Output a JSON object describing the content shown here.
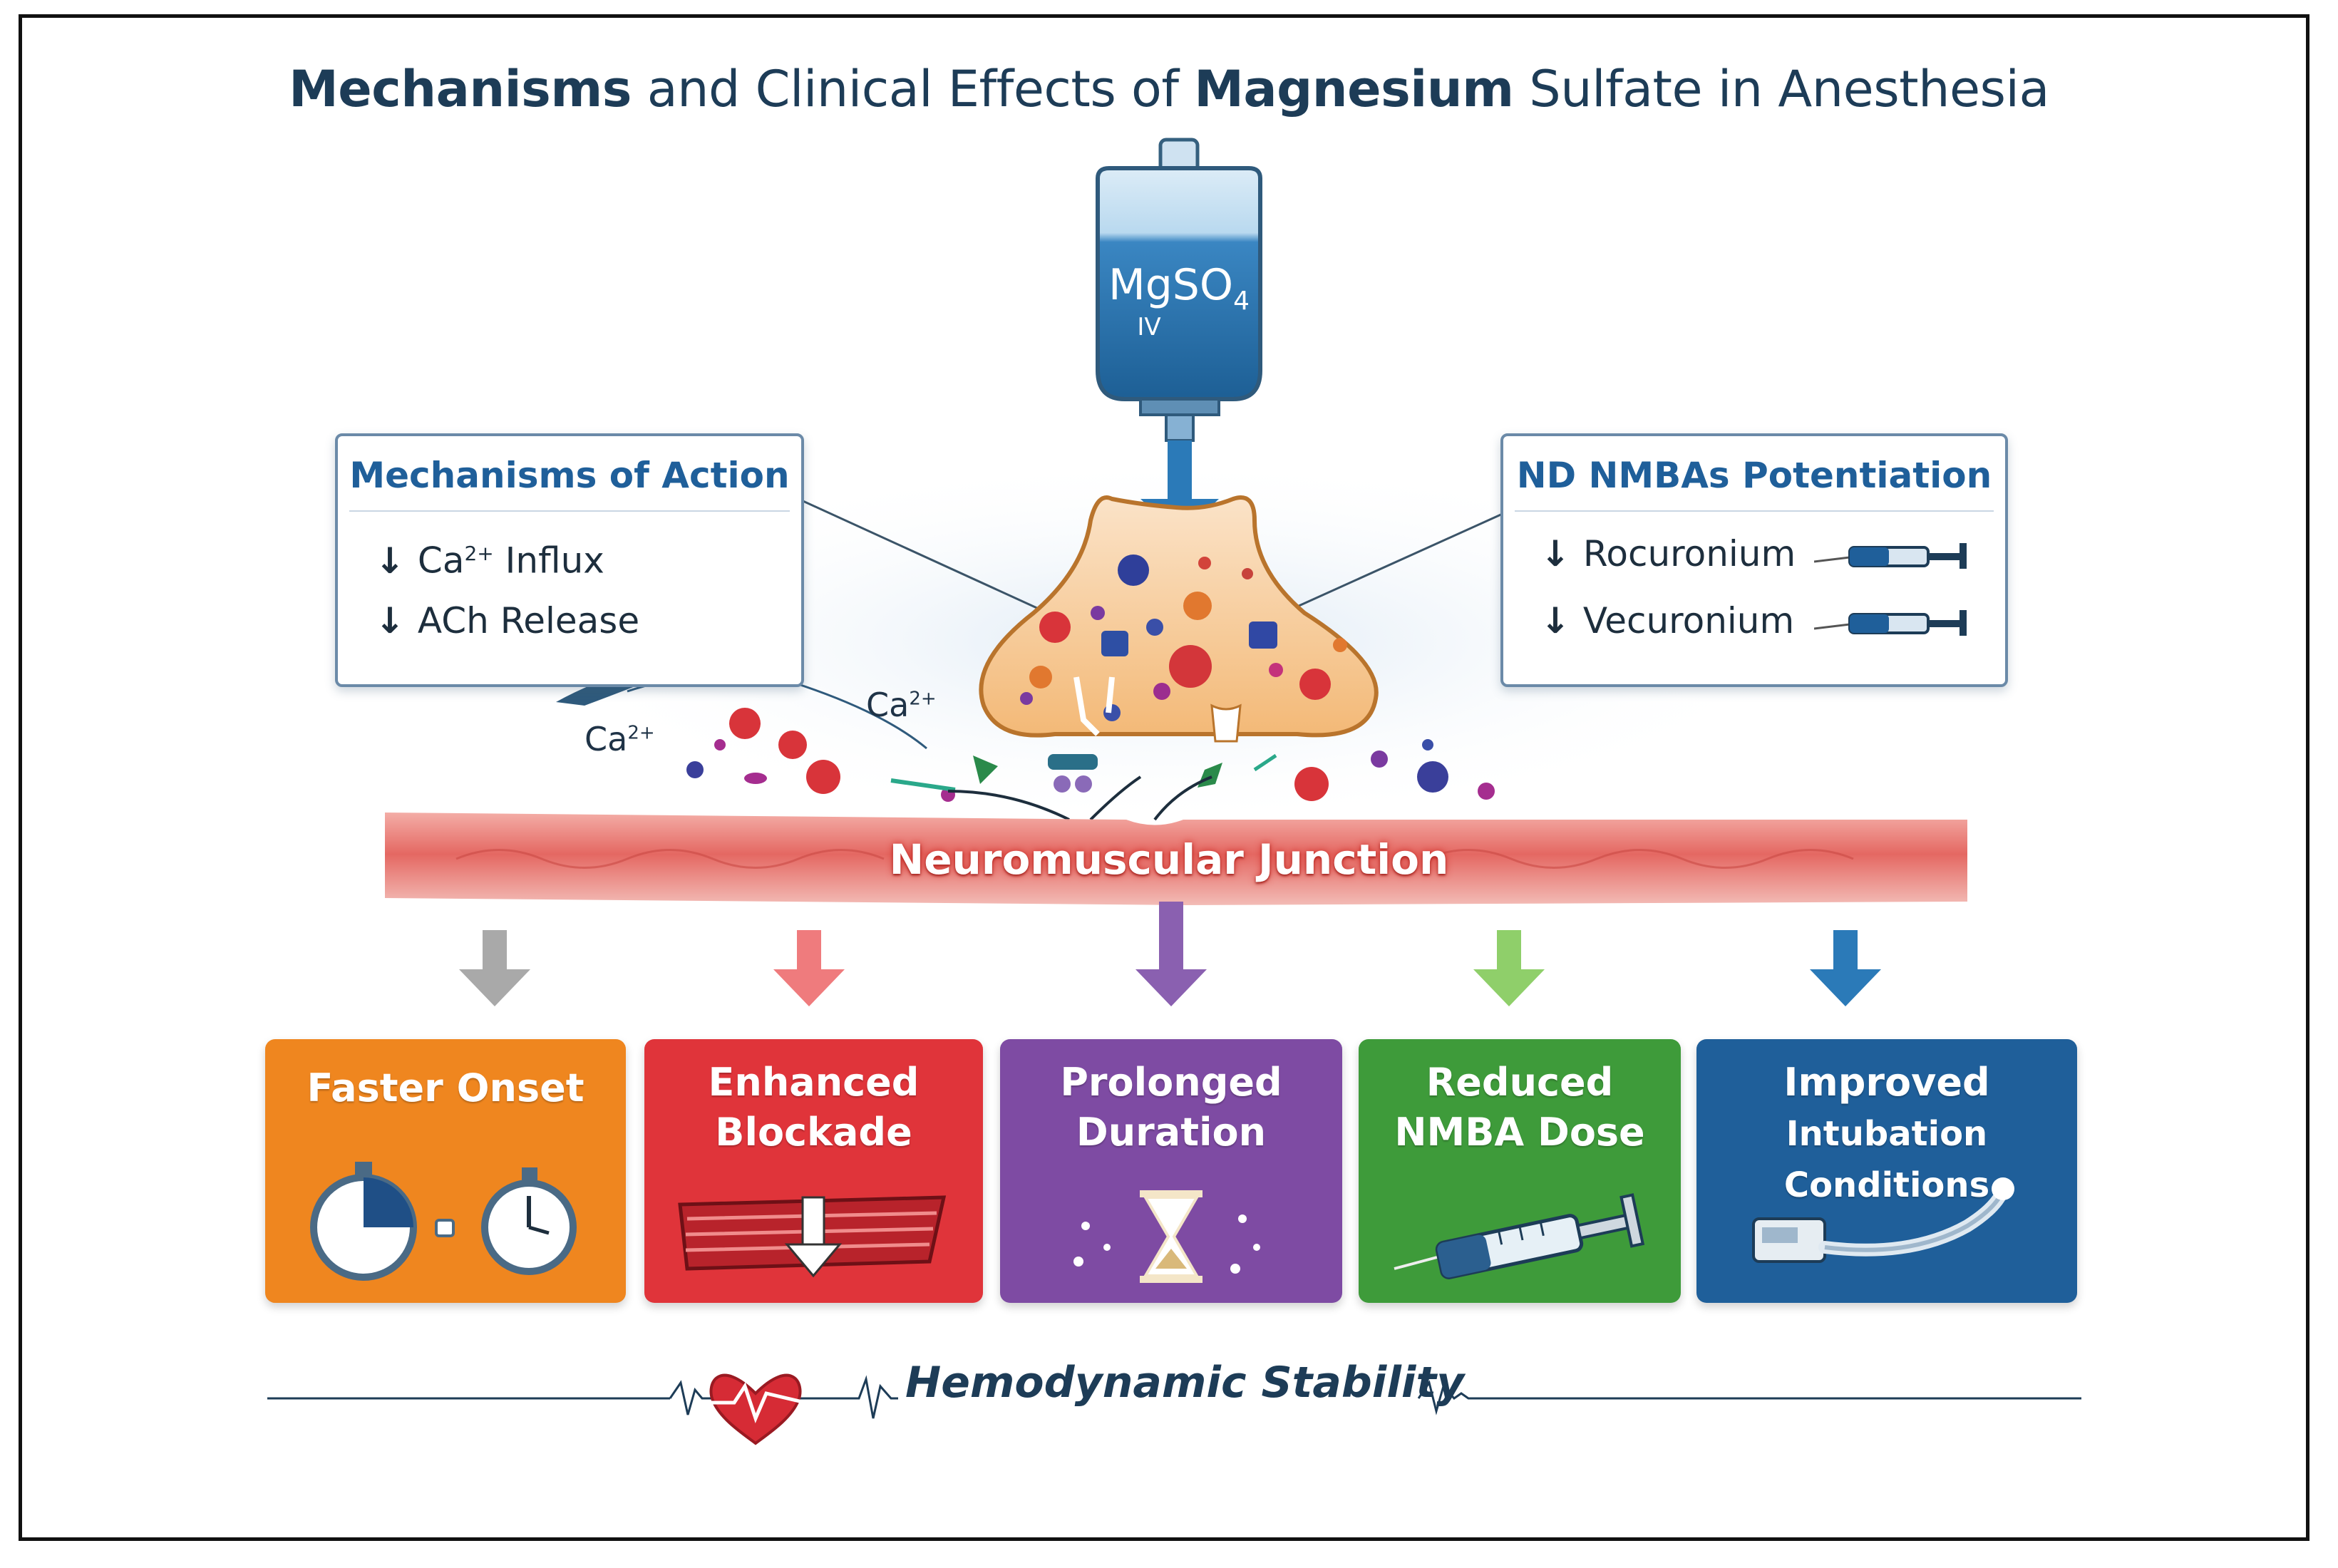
{
  "title": {
    "bold": "Mechanisms",
    "rest_a": " and Clinical Effects of ",
    "bold2": "Magnesium",
    "rest_b": " Sulfate in Anesthesia"
  },
  "iv_bag": {
    "formula": "MgSO",
    "subscript": "4",
    "route": "IV"
  },
  "mechanisms_box": {
    "heading": "Mechanisms of Action",
    "items": [
      {
        "ion": "Ca",
        "charge": "2+",
        "text": " Influx"
      },
      {
        "ion": "",
        "charge": "",
        "text": "ACh Release"
      }
    ]
  },
  "potentiation_box": {
    "heading": "ND NMBAs Potentiation",
    "items": [
      "Rocuronium",
      "Vecuronium"
    ]
  },
  "ions": {
    "ca_label": "Ca",
    "ca_charge": "2+"
  },
  "junction_label": "Neuromuscular Junction",
  "effects": [
    {
      "line1": "Faster Onset",
      "line2": "",
      "color": "#ef861f",
      "arrow_color": "#a9a9a9"
    },
    {
      "line1": "Enhanced",
      "line2": "Blockade",
      "color": "#e0343a",
      "arrow_color": "#ef7b7d"
    },
    {
      "line1": "Prolonged",
      "line2": "Duration",
      "color": "#7e4ba3",
      "arrow_color": "#8a60b0"
    },
    {
      "line1": "Reduced",
      "line2": "NMBA Dose",
      "color": "#3e9b3a",
      "arrow_color": "#8fcf6a"
    },
    {
      "line1": "Improved",
      "line2": "Intubation Conditions",
      "color": "#1f5f9a",
      "arrow_color": "#2b7ab8"
    }
  ],
  "footer": "Hemodynamic Stability",
  "icons": [
    "iv-bag-icon",
    "down-arrow-icon",
    "syringe-icon",
    "stopwatch-icon",
    "muscle-icon",
    "hourglass-icon",
    "laryngoscope-icon",
    "heart-icon"
  ]
}
